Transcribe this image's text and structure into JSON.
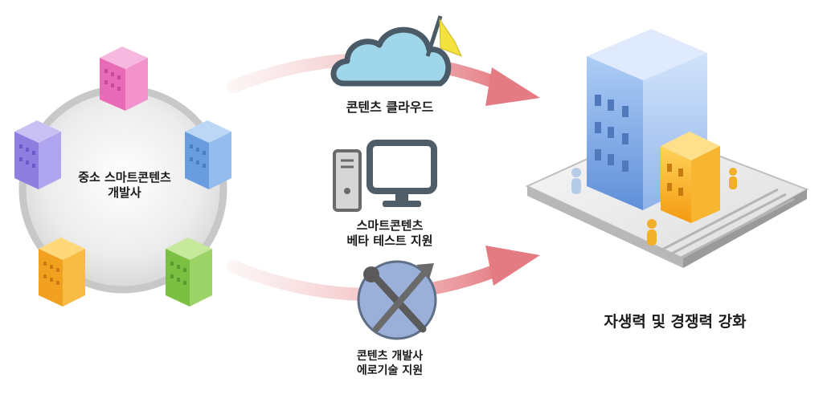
{
  "circle": {
    "title_line1": "중소 스마트콘텐츠",
    "title_line2": "개발사"
  },
  "support": [
    {
      "id": "cloud",
      "line1": "콘텐츠 클라우드",
      "icon": "cloud-flag-icon"
    },
    {
      "id": "beta",
      "line1": "스마트콘텐츠",
      "line2": "베타 테스트 지원",
      "icon": "computer-icon"
    },
    {
      "id": "tech",
      "line1": "콘텐츠 개발사",
      "line2": "에로기술 지원",
      "icon": "tools-icon"
    }
  ],
  "result": {
    "label": "자생력 및 경쟁력 강화",
    "icon": "city-building-icon"
  },
  "colors": {
    "pink": "#e86bb8",
    "blue": "#6a9de0",
    "purple": "#8d7ee0",
    "orange": "#f2a020",
    "green": "#7cc043",
    "arrow": "#e8888e",
    "cloud_fill": "#9fd6ea",
    "cloud_stroke": "#4a5a66"
  }
}
